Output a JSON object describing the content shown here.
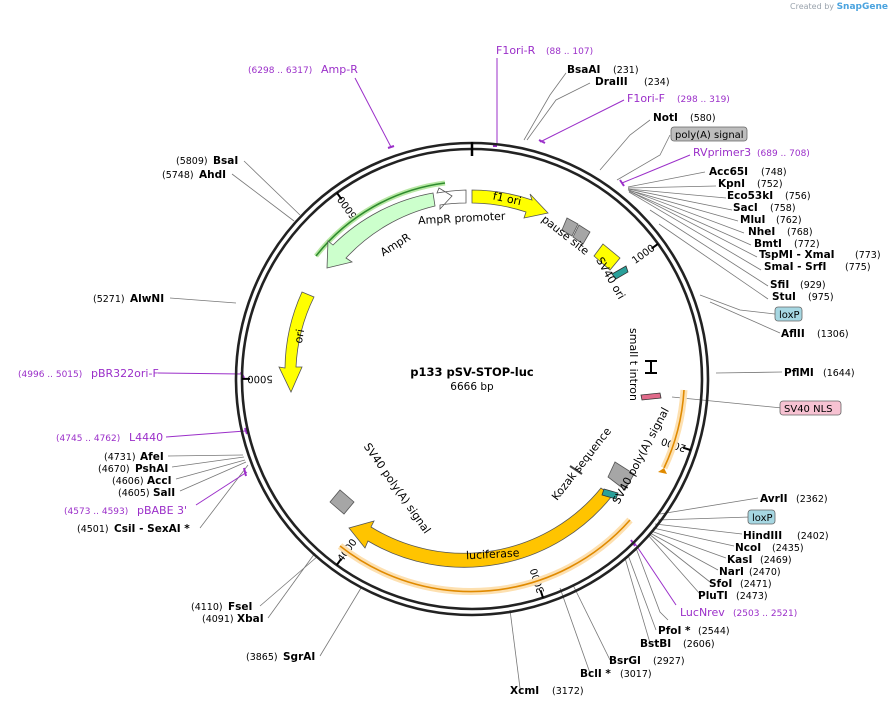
{
  "credit": {
    "prefix": "Created by",
    "brand": "SnapGene"
  },
  "plasmid": {
    "name": "p133 pSV-STOP-luc",
    "size": "6666 bp",
    "length": 6666
  },
  "ticks": [
    {
      "pos": 1000,
      "label": "1000"
    },
    {
      "pos": 2000,
      "label": "2000"
    },
    {
      "pos": 3000,
      "label": "3000"
    },
    {
      "pos": 4000,
      "label": "4000"
    },
    {
      "pos": 5000,
      "label": "5000"
    },
    {
      "pos": 6000,
      "label": "6000"
    }
  ],
  "enzymes": [
    {
      "name": "BsaAI",
      "pos_text": "(231)",
      "pos": 231
    },
    {
      "name": "DraIII",
      "pos_text": "(234)",
      "pos": 234
    },
    {
      "name": "NotI",
      "pos_text": "(580)",
      "pos": 580
    },
    {
      "name": "Acc65I",
      "pos_text": "(748)",
      "pos": 748
    },
    {
      "name": "KpnI",
      "pos_text": "(752)",
      "pos": 752
    },
    {
      "name": "Eco53kI",
      "pos_text": "(756)",
      "pos": 756
    },
    {
      "name": "SacI",
      "pos_text": "(758)",
      "pos": 758
    },
    {
      "name": "MluI",
      "pos_text": "(762)",
      "pos": 762
    },
    {
      "name": "NheI",
      "pos_text": "(768)",
      "pos": 768
    },
    {
      "name": "BmtI",
      "pos_text": "(772)",
      "pos": 772
    },
    {
      "name": "TspMI - XmaI",
      "pos_text": "(773)",
      "pos": 773
    },
    {
      "name": "SmaI - SrfI",
      "pos_text": "(775)",
      "pos": 775
    },
    {
      "name": "SfiI",
      "pos_text": "(929)",
      "pos": 929
    },
    {
      "name": "StuI",
      "pos_text": "(975)",
      "pos": 975
    },
    {
      "name": "AflII",
      "pos_text": "(1306)",
      "pos": 1306
    },
    {
      "name": "PflMI",
      "pos_text": "(1644)",
      "pos": 1644
    },
    {
      "name": "AvrII",
      "pos_text": "(2362)",
      "pos": 2362
    },
    {
      "name": "HindIII",
      "pos_text": "(2402)",
      "pos": 2402
    },
    {
      "name": "NcoI",
      "pos_text": "(2435)",
      "pos": 2435
    },
    {
      "name": "KasI",
      "pos_text": "(2469)",
      "pos": 2469
    },
    {
      "name": "NarI",
      "pos_text": "(2470)",
      "pos": 2470
    },
    {
      "name": "SfoI",
      "pos_text": "(2471)",
      "pos": 2471
    },
    {
      "name": "PluTI",
      "pos_text": "(2473)",
      "pos": 2473
    },
    {
      "name": "PfoI *",
      "pos_text": "(2544)",
      "pos": 2544
    },
    {
      "name": "BstBI",
      "pos_text": "(2606)",
      "pos": 2606
    },
    {
      "name": "BsrGI",
      "pos_text": "(2927)",
      "pos": 2927
    },
    {
      "name": "BclI *",
      "pos_text": "(3017)",
      "pos": 3017
    },
    {
      "name": "XcmI",
      "pos_text": "(3172)",
      "pos": 3172
    },
    {
      "name": "SgrAI",
      "pos_text": "(3865)",
      "pos": 3865
    },
    {
      "name": "XbaI",
      "pos_text": "(4091)",
      "pos": 4091
    },
    {
      "name": "FseI",
      "pos_text": "(4110)",
      "pos": 4110
    },
    {
      "name": "CsiI - SexAI *",
      "pos_text": "(4501)",
      "pos": 4501
    },
    {
      "name": "SalI",
      "pos_text": "(4605)",
      "pos": 4605
    },
    {
      "name": "AccI",
      "pos_text": "(4606)",
      "pos": 4606
    },
    {
      "name": "PshAI",
      "pos_text": "(4670)",
      "pos": 4670
    },
    {
      "name": "AfeI",
      "pos_text": "(4731)",
      "pos": 4731
    },
    {
      "name": "AlwNI",
      "pos_text": "(5271)",
      "pos": 5271
    },
    {
      "name": "AhdI",
      "pos_text": "(5748)",
      "pos": 5748
    },
    {
      "name": "BsaI",
      "pos_text": "(5809)",
      "pos": 5809
    }
  ],
  "primers": [
    {
      "name": "F1ori-R",
      "range": "(88 .. 107)"
    },
    {
      "name": "F1ori-F",
      "range": "(298 .. 319)"
    },
    {
      "name": "RVprimer3",
      "range": "(689 .. 708)"
    },
    {
      "name": "LucNrev",
      "range": "(2503 .. 2521)"
    },
    {
      "name": "pBABE 3'",
      "range": "(4573 .. 4593)"
    },
    {
      "name": "L4440",
      "range": "(4745 .. 4762)"
    },
    {
      "name": "pBR322ori-F",
      "range": "(4996 .. 5015)"
    },
    {
      "name": "Amp-R",
      "range": "(6298 .. 6317)"
    }
  ],
  "boxed_features": [
    {
      "name": "poly(A) signal"
    },
    {
      "name": "loxP"
    },
    {
      "name": "SV40 NLS"
    },
    {
      "name": "loxP"
    }
  ],
  "features": [
    {
      "name": "f1 ori",
      "color": "#ffff00"
    },
    {
      "name": "AmpR promoter",
      "color": "#ffffff"
    },
    {
      "name": "AmpR",
      "color": "#ccffcc"
    },
    {
      "name": "ori",
      "color": "#ffff00"
    },
    {
      "name": "pause site",
      "color": "#a6a6a6"
    },
    {
      "name": "SV40 ori",
      "color": "#ffff00"
    },
    {
      "name": "small t intron",
      "color": "#000000"
    },
    {
      "name": "Kozak sequence",
      "color": "#555555"
    },
    {
      "name": "SV40 poly(A) signal",
      "color": "#a6a6a6"
    },
    {
      "name": "luciferase",
      "color": "#ffc400"
    },
    {
      "name": "SV40 poly(A) signal",
      "color": "#a6a6a6"
    }
  ],
  "colors": {
    "primer": "#9b2fc9",
    "orf": "#ffa500",
    "green_orf": "#2e8b2e",
    "loxp": "#a6d7e2",
    "nls": "#f7c2d2"
  }
}
